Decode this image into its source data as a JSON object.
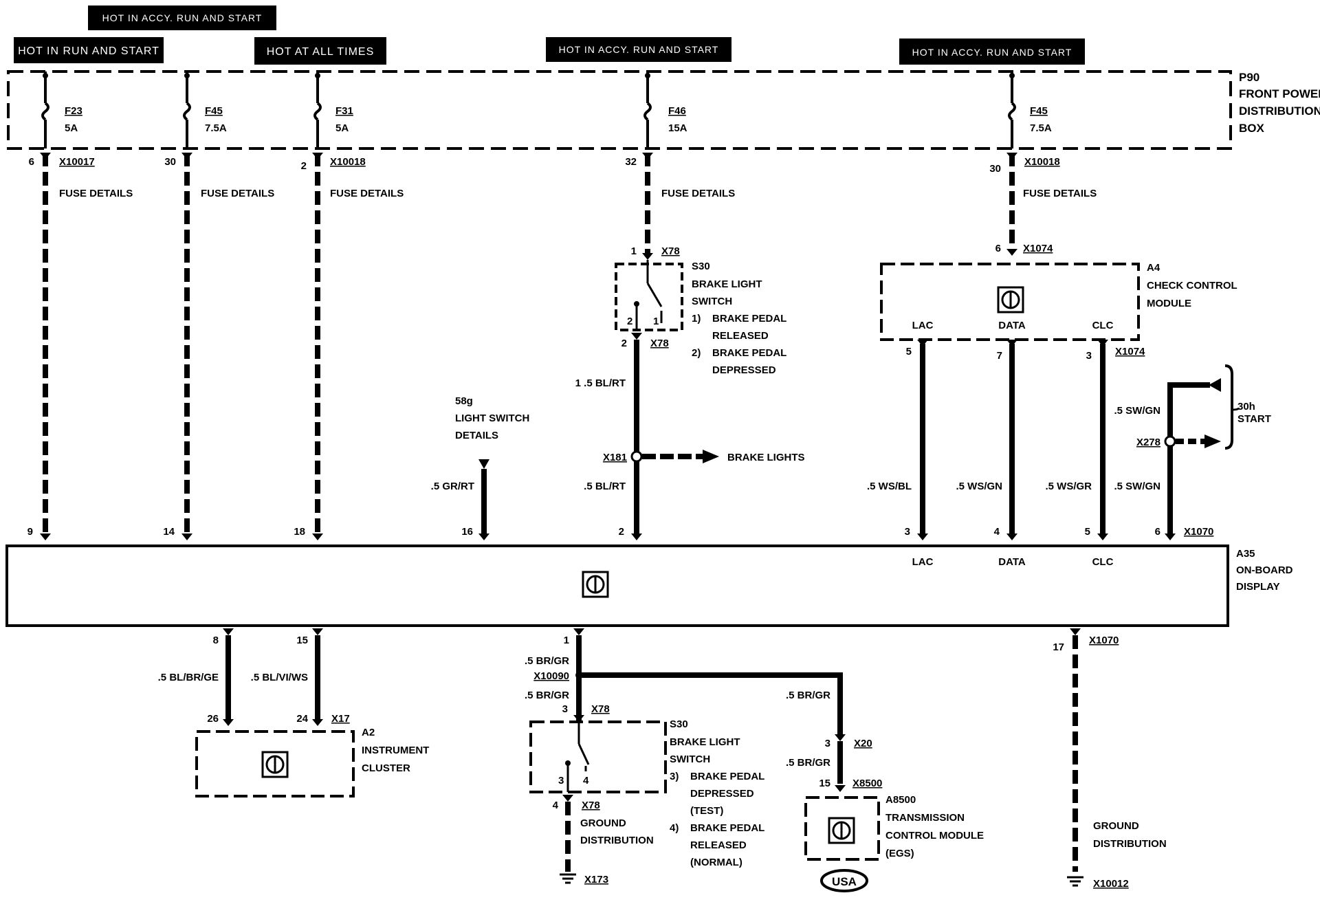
{
  "power_labels": {
    "top": "HOT IN  ACCY. RUN AND START",
    "run_start": "HOT  IN RUN AND START",
    "all_times": "HOT AT ALL TIMES",
    "accy_mid": "HOT IN  ACCY. RUN AND START",
    "accy_right": "HOT IN  ACCY. RUN AND START"
  },
  "p90": {
    "id": "P90",
    "line1": "FRONT POWER",
    "line2": "DISTRIBUTION",
    "line3": "BOX"
  },
  "fuses": [
    {
      "name": "F23",
      "rating": "5A",
      "pin": "6",
      "connector": "X10017",
      "details": "FUSE DETAILS"
    },
    {
      "name": "F45",
      "rating": "7.5A",
      "pin": "30",
      "details": "FUSE DETAILS"
    },
    {
      "name": "F31",
      "rating": "5A",
      "pin": "2",
      "connector": "X10018",
      "details": "FUSE DETAILS"
    },
    {
      "name": "F46",
      "rating": "15A",
      "pin": "32",
      "details": "FUSE DETAILS"
    },
    {
      "name": "F45",
      "rating": "7.5A",
      "pin": "30",
      "connector": "X10018",
      "details": "FUSE DETAILS"
    }
  ],
  "s30_top": {
    "id": "S30",
    "name1": "BRAKE LIGHT",
    "name2": "SWITCH",
    "n1": "1)",
    "s1a": "BRAKE PEDAL",
    "s1b": "RELEASED",
    "n2": "2)",
    "s2a": "BRAKE PEDAL",
    "s2b": "DEPRESSED",
    "pin_in": "1",
    "conn_in": "X78",
    "pin_a": "2",
    "pin_b": "1",
    "pin_out": "2",
    "conn_out": "X78"
  },
  "a4": {
    "id": "A4",
    "name1": "CHECK CONTROL",
    "name2": "MODULE",
    "pin": "6",
    "connector": "X1074",
    "lac": "LAC",
    "data": "DATA",
    "clc": "CLC",
    "pin_lac": "5",
    "pin_data": "7",
    "pin_clc": "3",
    "conn_bottom": "X1074"
  },
  "wires": {
    "bl_rt_1": "1 .5 BL/RT",
    "bl_rt_05": ".5 BL/RT",
    "gr_rt": ".5 GR/RT",
    "ws_bl": ".5 WS/BL",
    "ws_gn": ".5 WS/GN",
    "ws_gr": ".5 WS/GR",
    "sw_gn_top": ".5 SW/GN",
    "sw_gn_bot": ".5 SW/GN",
    "bl_br_ge": ".5 BL/BR/GE",
    "bl_vi_ws": ".5 BL/VI/WS",
    "br_gr_1": ".5 BR/GR",
    "br_gr_2": ".5 BR/GR",
    "br_gr_3": ".5 BR/GR",
    "br_gr_4": ".5 BR/GR"
  },
  "light_switch": {
    "id": "58g",
    "line1": "LIGHT SWITCH",
    "line2": "DETAILS"
  },
  "brake_lights": {
    "connector": "X181",
    "label": "BRAKE LIGHTS"
  },
  "start_ref": {
    "line1": "30h",
    "line2": "START",
    "connector": "X278"
  },
  "a35": {
    "id": "A35",
    "line1": "ON-BOARD",
    "line2": "DISPLAY",
    "connector_top": "X1070",
    "pins_top": [
      "9",
      "14",
      "18",
      "16",
      "2",
      "3",
      "4",
      "5",
      "6"
    ],
    "lac": "LAC",
    "data": "DATA",
    "clc": "CLC",
    "pins_bottom": [
      "8",
      "15",
      "1",
      "17"
    ],
    "connector_bottom": "X1070"
  },
  "a2": {
    "id": "A2",
    "name1": "INSTRUMENT",
    "name2": "CLUSTER",
    "pin_a": "26",
    "pin_b": "24",
    "connector": "X17"
  },
  "splice": "X10090",
  "s30_bottom": {
    "id": "S30",
    "name1": "BRAKE LIGHT",
    "name2": "SWITCH",
    "n3": "3)",
    "s3a": "BRAKE PEDAL",
    "s3b": "DEPRESSED",
    "s3c": "(TEST)",
    "n4": "4)",
    "s4a": "BRAKE PEDAL",
    "s4b": "RELEASED",
    "s4c": "(NORMAL)",
    "pin_in": "3",
    "conn_in": "X78",
    "pin_a": "3",
    "pin_b": "4",
    "pin_out": "4",
    "conn_out": "X78",
    "ground1": "GROUND",
    "ground2": "DISTRIBUTION",
    "ground_conn": "X173"
  },
  "a8500": {
    "id": "A8500",
    "name1": "TRANSMISSION",
    "name2": "CONTROL MODULE",
    "name3": "(EGS)",
    "pin_x20": "3",
    "conn_x20": "X20",
    "pin": "15",
    "connector": "X8500",
    "market": "USA"
  },
  "ground_right": {
    "line1": "GROUND",
    "line2": "DISTRIBUTION",
    "connector": "X10012"
  },
  "pin_labels": {
    "p1": "1"
  }
}
